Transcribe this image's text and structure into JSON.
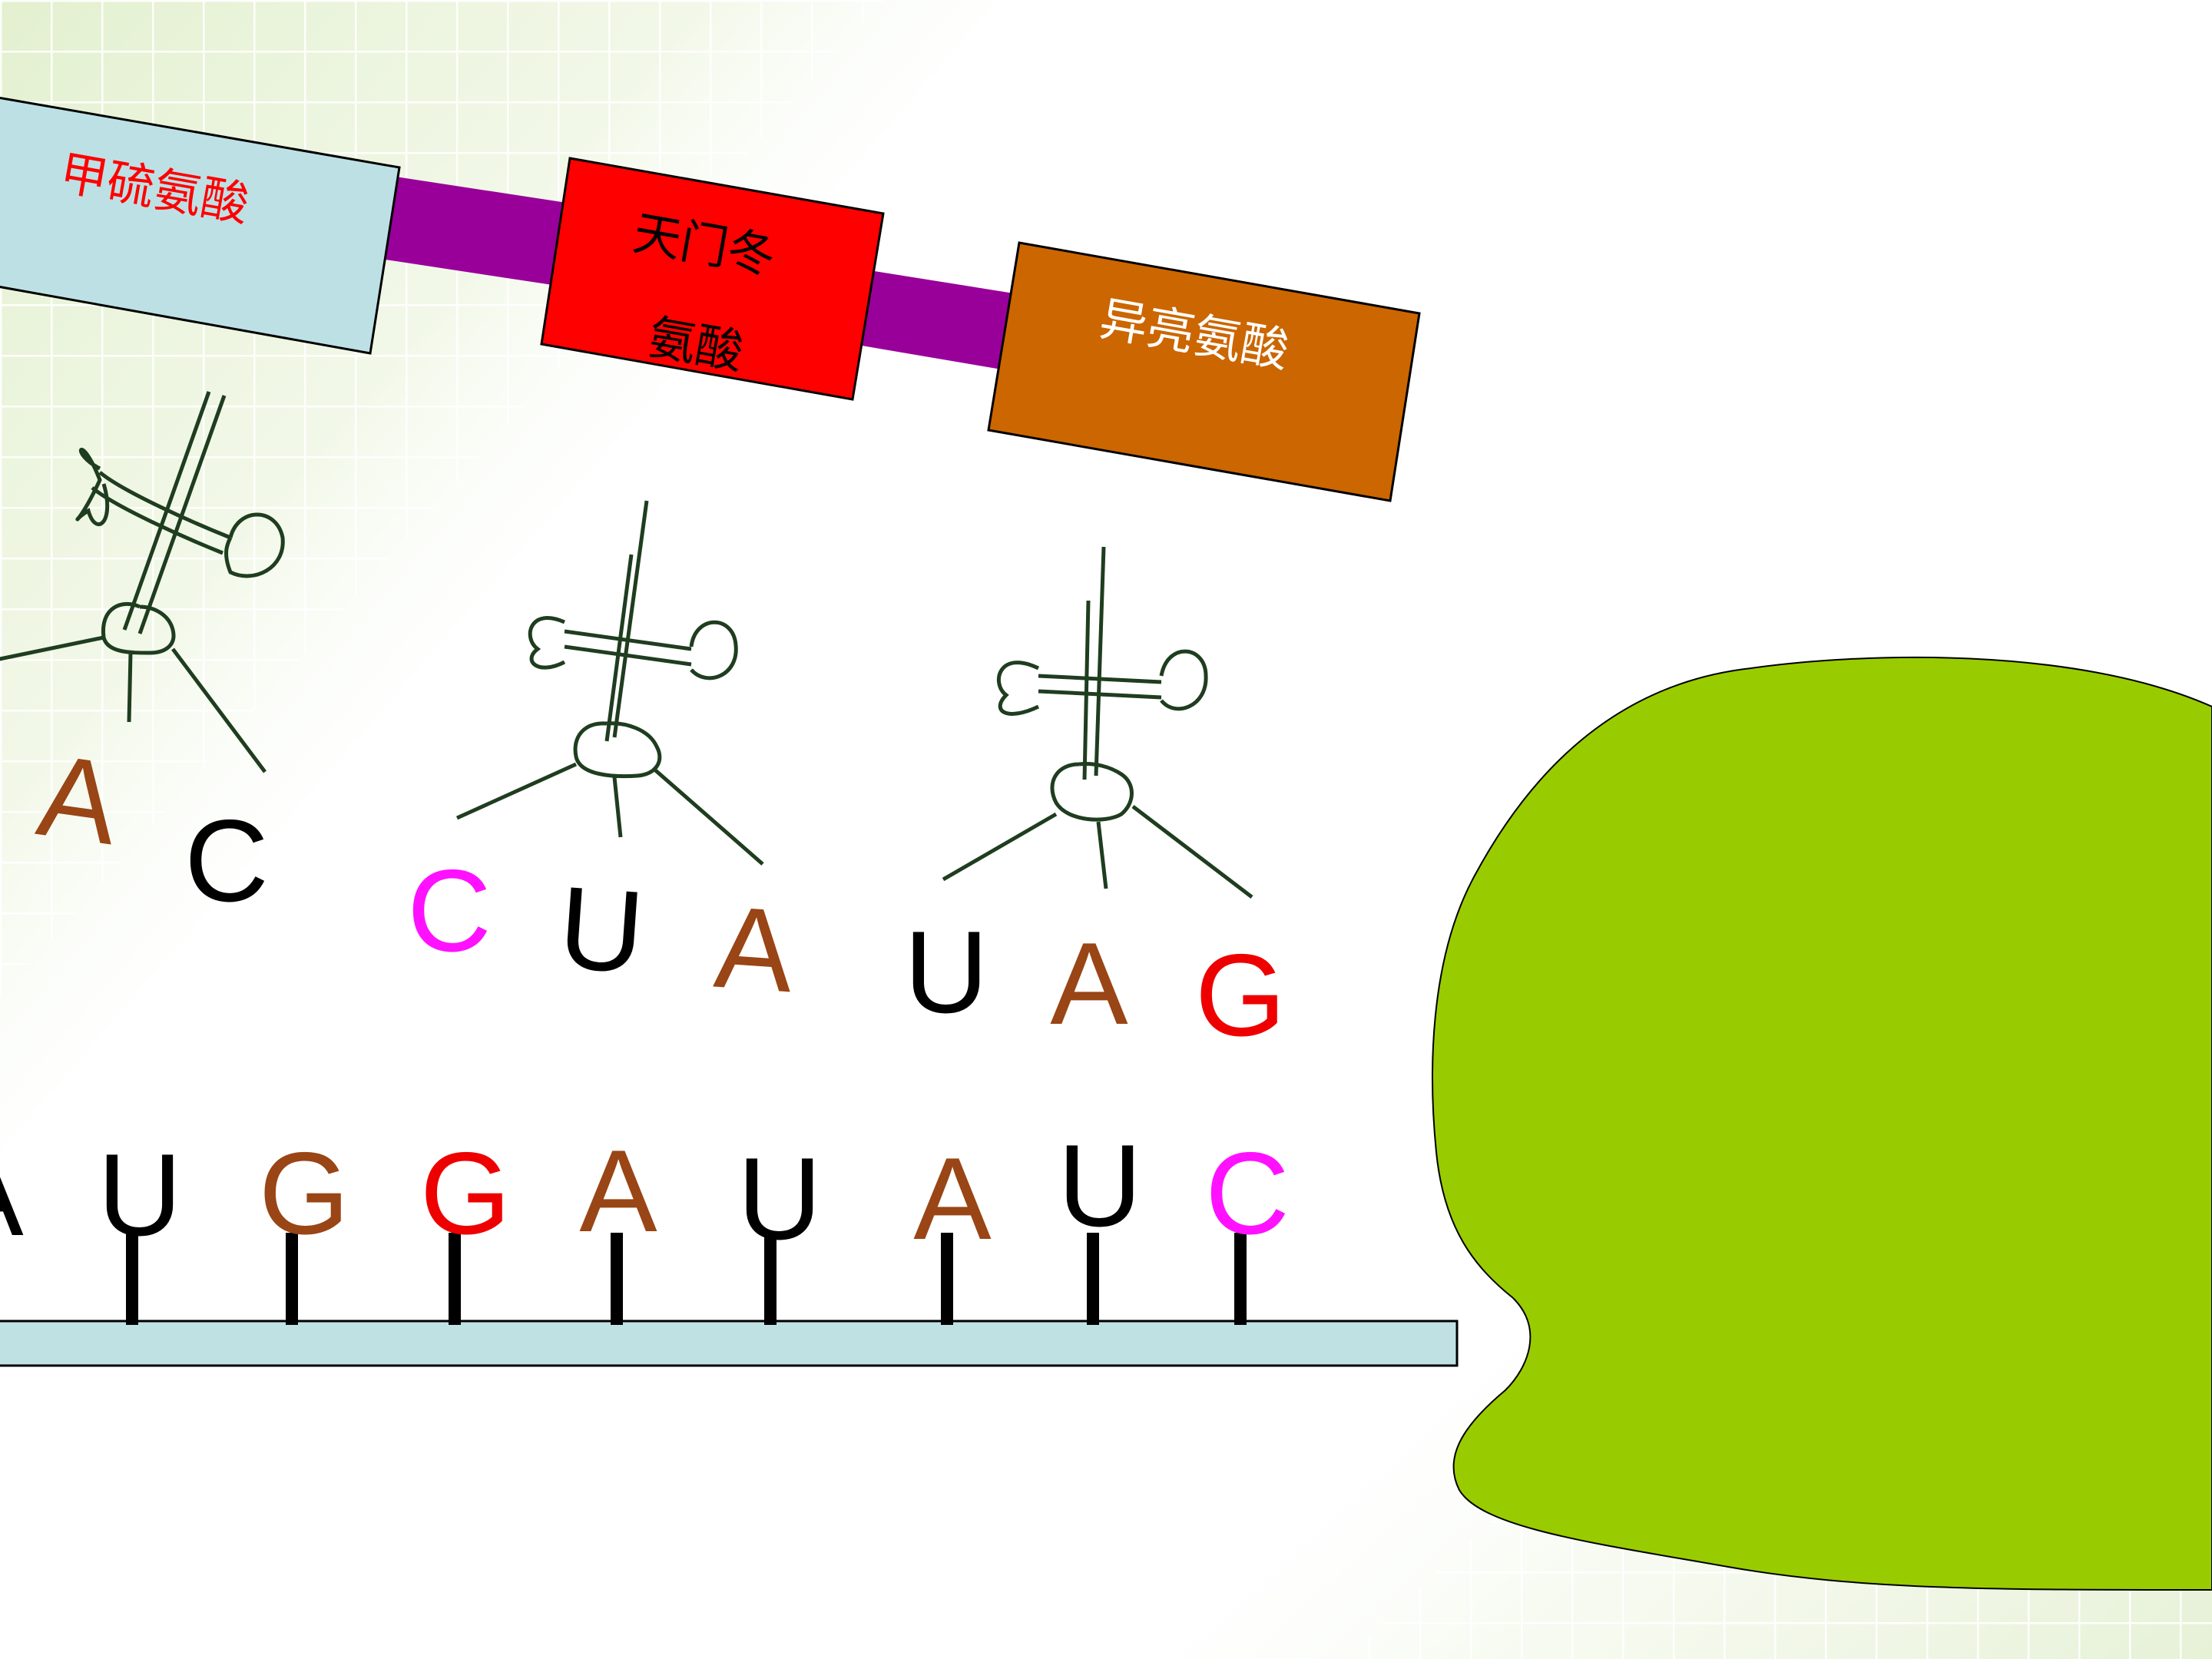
{
  "colors": {
    "background": "#ffffff",
    "grid": "#d6e8bd",
    "mrna": "#bfe1e4",
    "peptide_bond": "#990099",
    "ribosome": "#99cc00",
    "trna": "#1f3d1f",
    "A": "#994515",
    "U": "#000000",
    "G_red": "#ee0000",
    "G_brown": "#994515",
    "C": "#ff11ff"
  },
  "amino_acids": [
    {
      "label": "甲硫氨酸",
      "fill": "#bde0e5",
      "text_color": "#ff0000"
    },
    {
      "label": "天门冬",
      "label2": "氨酸",
      "fill": "#ff0000",
      "text_color": "#000000"
    },
    {
      "label": "异亮氨酸",
      "fill": "#cc6600",
      "text_color": "#ffffff"
    }
  ],
  "trna_anticodons": [
    {
      "bases": [
        "A",
        "C"
      ],
      "colors": [
        "#994515",
        "#000000"
      ]
    },
    {
      "bases": [
        "C",
        "U",
        "A"
      ],
      "colors": [
        "#ff11ff",
        "#000000",
        "#994515"
      ]
    },
    {
      "bases": [
        "U",
        "A",
        "G"
      ],
      "colors": [
        "#000000",
        "#994515",
        "#ee0000"
      ]
    }
  ],
  "mrna_bases": [
    {
      "base": "A",
      "color": "#000000"
    },
    {
      "base": "U",
      "color": "#000000"
    },
    {
      "base": "G",
      "color": "#994515"
    },
    {
      "base": "G",
      "color": "#ee0000"
    },
    {
      "base": "A",
      "color": "#994515"
    },
    {
      "base": "U",
      "color": "#000000"
    },
    {
      "base": "A",
      "color": "#994515"
    },
    {
      "base": "U",
      "color": "#000000"
    },
    {
      "base": "C",
      "color": "#ff11ff"
    }
  ]
}
